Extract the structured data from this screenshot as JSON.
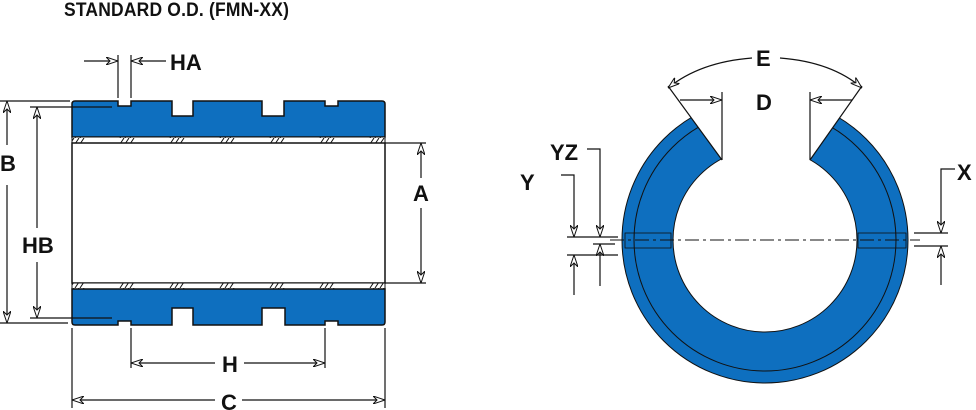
{
  "title": "STANDARD O.D. (FMN-XX)",
  "colors": {
    "part_fill": "#0e6fbf",
    "line": "#111111"
  },
  "side_view": {
    "labels": {
      "ha": "HA",
      "b": "B",
      "hb": "HB",
      "a": "A",
      "h": "H",
      "c": "C"
    }
  },
  "end_view": {
    "labels": {
      "e": "E",
      "d": "D",
      "yz": "YZ",
      "y": "Y",
      "x": "X"
    }
  }
}
